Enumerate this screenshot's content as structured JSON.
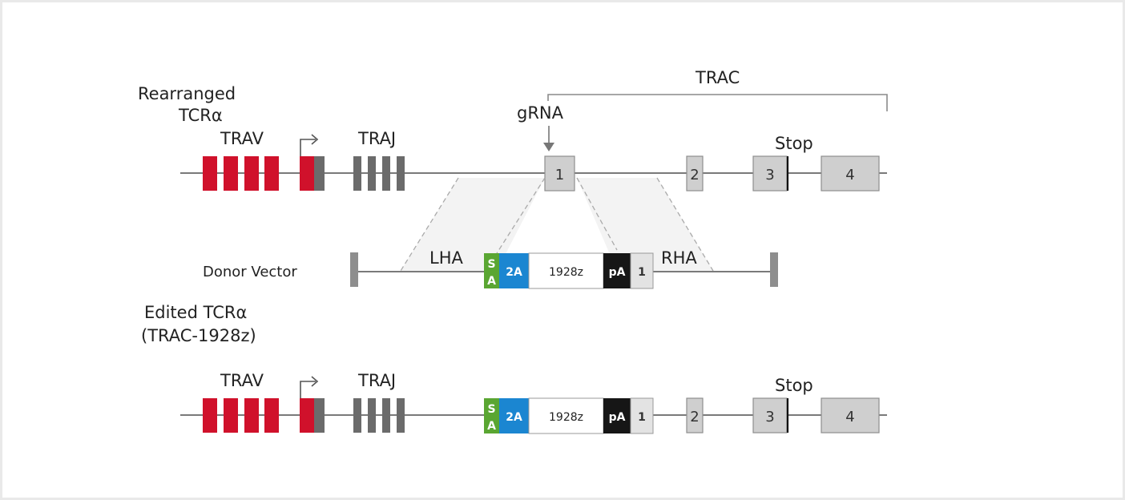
{
  "rows": {
    "rearranged": {
      "title_line1": "Rearranged",
      "title_line2": "TCRα",
      "trav_label": "TRAV",
      "traj_label": "TRAJ",
      "trac_label": "TRAC",
      "grna_label": "gRNA",
      "stop_label": "Stop",
      "exons": [
        "1",
        "2",
        "3",
        "4"
      ]
    },
    "donor": {
      "title": "Donor Vector",
      "lha_label": "LHA",
      "rha_label": "RHA",
      "cassette": {
        "sa_top": "S",
        "sa_bottom": "A",
        "p2a": "2A",
        "car": "1928z",
        "polya": "pA",
        "exon1": "1"
      }
    },
    "edited": {
      "title_line1": "Edited TCRα",
      "title_line2": "(TRAC-1928z)",
      "trav_label": "TRAV",
      "traj_label": "TRAJ",
      "stop_label": "Stop",
      "cassette": {
        "sa_top": "S",
        "sa_bottom": "A",
        "p2a": "2A",
        "car": "1928z",
        "polya": "pA",
        "exon1": "1"
      },
      "exons": [
        "2",
        "3",
        "4"
      ]
    }
  },
  "colors": {
    "trav": "#d0112b",
    "traj": "#6b6b6b",
    "exon": "#cfcfcf",
    "sa": "#5aa632",
    "p2a": "#1b86d1",
    "polya": "#161616",
    "exon1_donor": "#e3e3e3",
    "line": "#7a7a7a"
  }
}
